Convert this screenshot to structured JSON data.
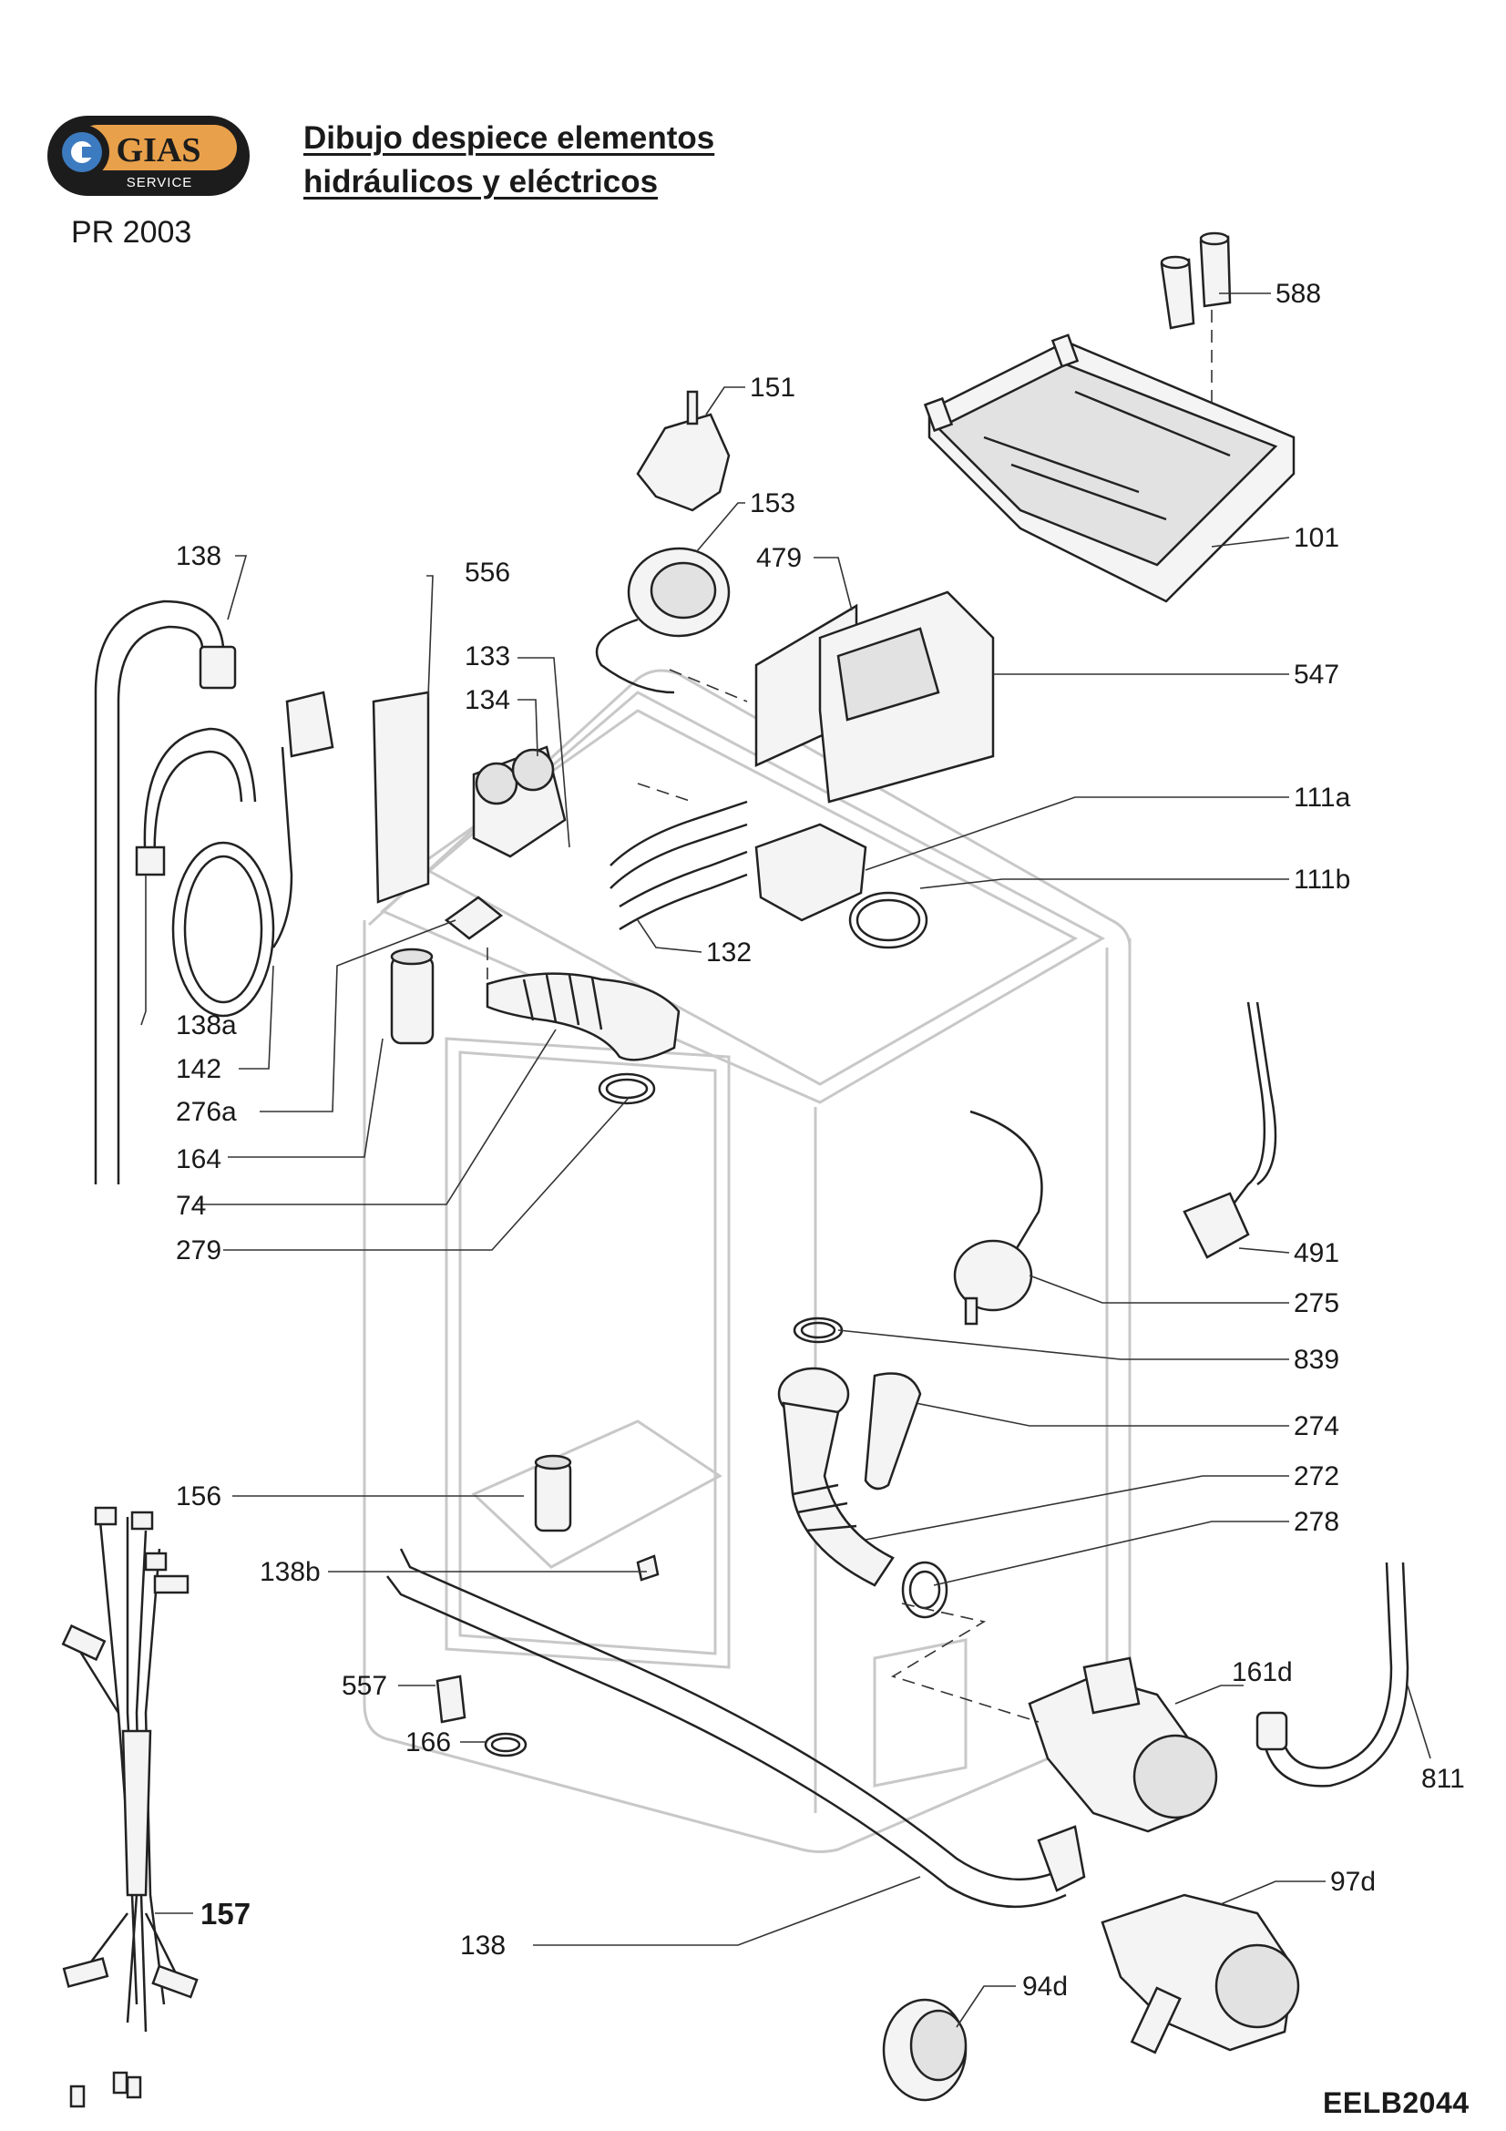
{
  "header": {
    "brand_name": "GIAS",
    "brand_sub": "SERVICE",
    "title_line1": "Dibujo despiece elementos",
    "title_line2": "hidráulicos y eléctricos",
    "model": "PR 2003"
  },
  "footer": {
    "drawing_code": "EELB2044"
  },
  "colors": {
    "logo_orange": "#e9a04a",
    "logo_dark": "#1c1c1c",
    "logo_blue": "#3d7bc0"
  },
  "parts": {
    "p588": "588",
    "p151": "151",
    "p153": "153",
    "p101": "101",
    "p479": "479",
    "p138_top": "138",
    "p556": "556",
    "p133": "133",
    "p134": "134",
    "p547": "547",
    "p111a": "111a",
    "p111b": "111b",
    "p132": "132",
    "p138a": "138a",
    "p142": "142",
    "p276a": "276a",
    "p164": "164",
    "p74": "74",
    "p279": "279",
    "p491": "491",
    "p275": "275",
    "p839": "839",
    "p274": "274",
    "p272": "272",
    "p278": "278",
    "p156": "156",
    "p138b": "138b",
    "p557": "557",
    "p166": "166",
    "p161d": "161d",
    "p811": "811",
    "p157": "157",
    "p97d": "97d",
    "p138_bottom": "138",
    "p94d": "94d"
  }
}
